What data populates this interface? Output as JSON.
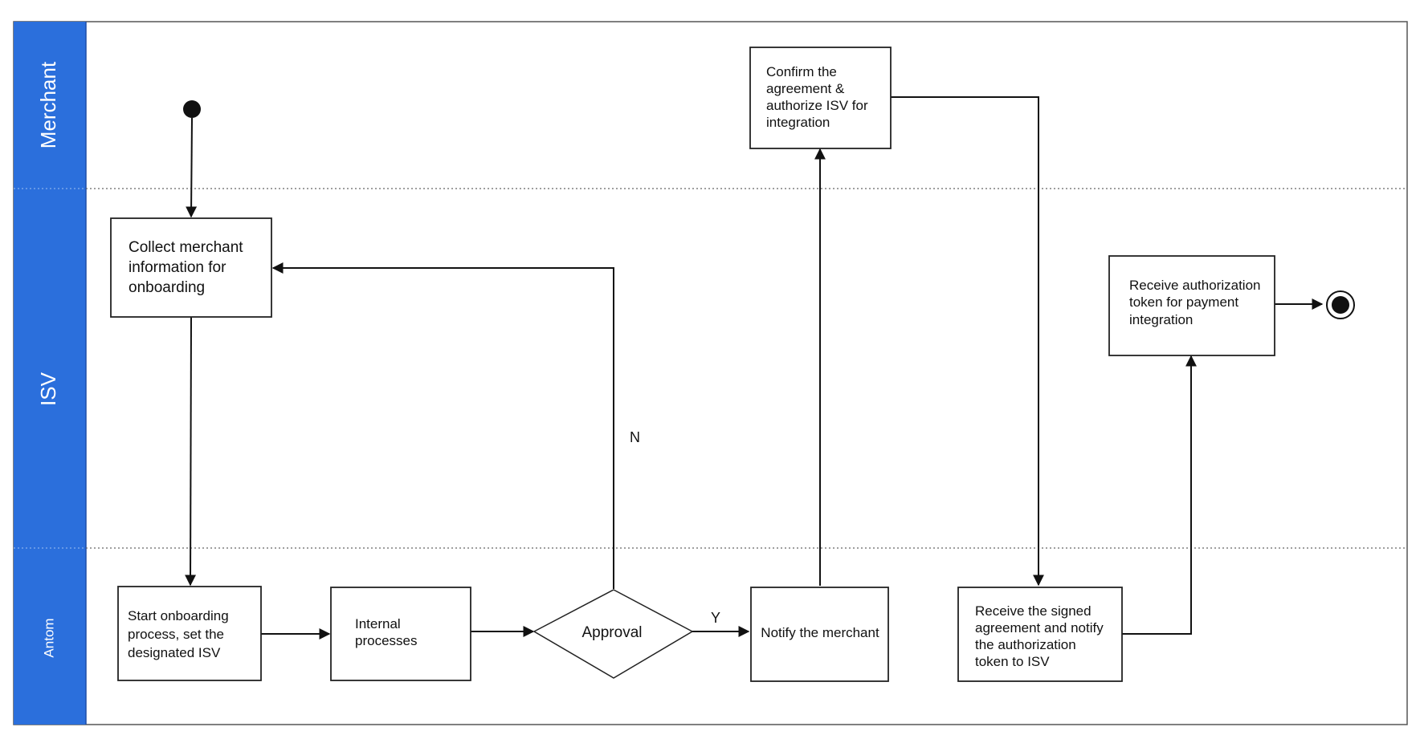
{
  "lanes": {
    "merchant": "Merchant",
    "isv": "ISV",
    "antom": "Antom"
  },
  "colors": {
    "lane_header": "#2b6fdc",
    "border": "#555555",
    "text": "#111111"
  },
  "nodes": {
    "collect_info": [
      "Collect merchant",
      "information for",
      "onboarding"
    ],
    "confirm_agreement": [
      "Confirm the",
      "agreement &",
      "authorize ISV for",
      "integration"
    ],
    "receive_token": [
      "Receive authorization",
      "token for payment",
      "integration"
    ],
    "start_onboarding": [
      "Start onboarding",
      "process, set the",
      "designated ISV"
    ],
    "internal_processes": [
      "Internal",
      "processes"
    ],
    "approval": "Approval",
    "notify_merchant": "Notify the merchant",
    "receive_signed": [
      "Receive the signed",
      "agreement and notify",
      "the authorization",
      "token to ISV"
    ]
  },
  "edge_labels": {
    "no": "N",
    "yes": "Y"
  }
}
